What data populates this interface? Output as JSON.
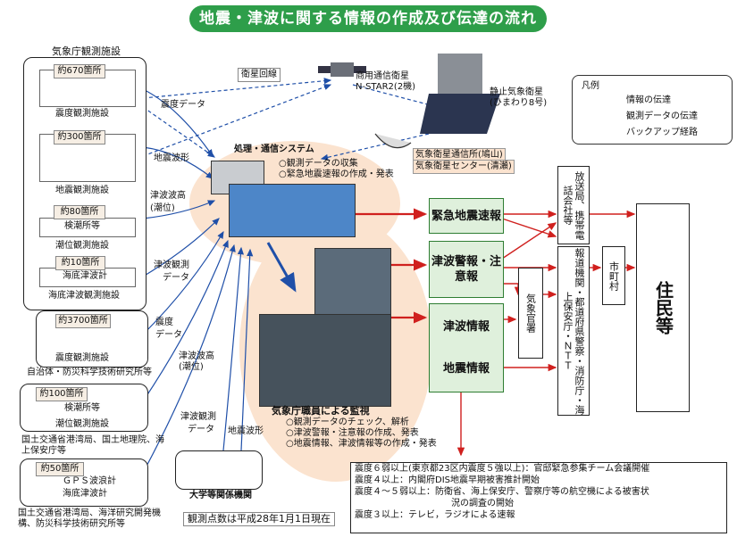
{
  "title": "地震・津波に関する情報の作成及び伝達の流れ",
  "jma_group": {
    "label": "気象庁観測施設",
    "items": [
      {
        "count": "約670箇所",
        "name": "震度観測施設"
      },
      {
        "count": "約300箇所",
        "name": "地震観測施設"
      },
      {
        "count": "約80箇所",
        "inner": "検潮所等",
        "name": "潮位観測施設"
      },
      {
        "count": "約10箇所",
        "inner": "海底津波計",
        "name": "海底津波観測施設"
      }
    ]
  },
  "local_group": {
    "count": "約3700箇所",
    "name": "震度観測施設",
    "caption": "自治体・防災科学技術研究所等"
  },
  "mlit_group": {
    "count": "約100箇所",
    "inner": "検潮所等",
    "name": "潮位観測施設",
    "caption": "国土交通省港湾局、国土地理院、海上保安庁等"
  },
  "gps_group": {
    "count": "約50箇所",
    "inner1": "ＧＰＳ波浪計",
    "inner2": "海底津波計",
    "caption": "国土交通省港湾局、海洋研究開発機構、防災科学技術研究所等"
  },
  "univ": {
    "name": "大学等関係機関"
  },
  "note": "観測点数は平成28年1月1日現在",
  "satellite": {
    "line_label": "衛星回線",
    "comm_sat": "商用通信衛星",
    "comm_sat2": "N-STAR2(2機)",
    "met_sat": "静止気象衛星",
    "met_sat2": "(ひまわり8号)",
    "station1": "気象衛星通信所(鳩山)",
    "station2": "気象衛星センター(清瀬)"
  },
  "edge_labels": {
    "shindo_data": "震度データ",
    "jishin_hakei": "地震波形",
    "tsunami_hakou": "津波波高",
    "choui": "(潮位)",
    "tsunami_kansoku": "津波観測",
    "data": "データ",
    "shindo": "震度",
    "data2": "データ",
    "tsunami_hakou2": "津波波高",
    "choui2": "(潮位)",
    "tsunami_kansoku2": "津波観測",
    "data3": "データ",
    "jishin_hakei2": "地震波形"
  },
  "system": {
    "title": "処理・通信システム",
    "item1": "○観測データの収集",
    "item2": "○緊急地震速報の作成・発表"
  },
  "monitor": {
    "title": "気象庁職員による監視",
    "item1": "○観測データのチェック、解析",
    "item2": "○津波警報・注意報の作成、発表",
    "item3": "○地震情報、津波情報等の作成・発表"
  },
  "outputs": {
    "eew": "緊急地震速報",
    "tsunami_warning": "津波警報・注意報",
    "tsunami_info": "津波情報",
    "eq_info": "地震情報"
  },
  "jma_offices": "気象官署",
  "broadcast": "放送局、携帯電話会社等",
  "agencies": "報道機関・都道府県警察・消防庁・海上保安庁・ＮＴＴ",
  "municipality": "市町村",
  "residents": "住民等",
  "legend": {
    "title": "凡例",
    "info": "情報の伝達",
    "data": "観測データの伝達",
    "backup": "バックアップ経路",
    "colors": {
      "info": "#d0201e",
      "data": "#1f4fa8",
      "backup": "#1f4fa8"
    }
  },
  "bottom": [
    "震度６弱以上(東京都23区内震度５強以上)：官邸緊急参集チーム会議開催",
    "震度４以上：内閣府DIS地震早期被害推計開始",
    "震度４～５弱以上：防衛省、海上保安庁、警察庁等の航空機による被害状",
    "況の調査の開始",
    "震度３以上：テレビ，ラジオによる速報"
  ]
}
